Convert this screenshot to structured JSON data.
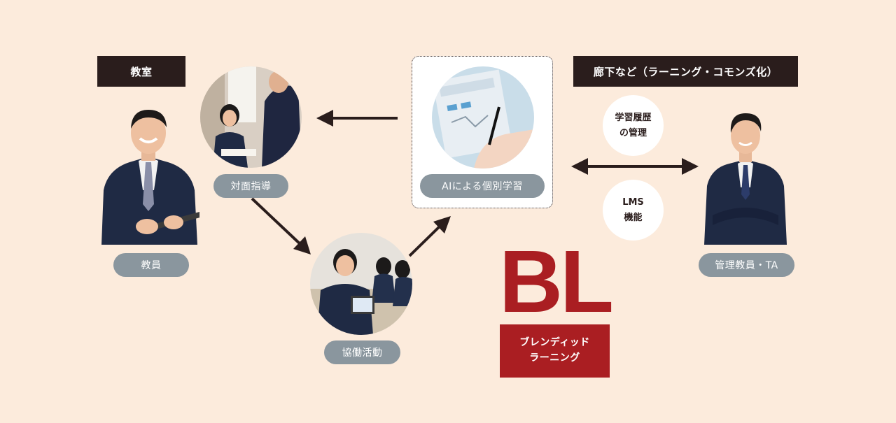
{
  "sections": {
    "classroom_label": "教室",
    "hallway_label": "廊下など（ラーニング・コモンズ化）"
  },
  "nodes": {
    "teacher": "教員",
    "face_to_face": "対面指導",
    "collaboration": "協働活動",
    "ai_learning": "AIによる個別学習",
    "admin_staff": "管理教員・TA"
  },
  "functions": {
    "history_line1": "学習履歴",
    "history_line2": "の管理",
    "lms_line1": "LMS",
    "lms_line2": "機能"
  },
  "brand": {
    "title": "BL",
    "subtitle_line1": "ブレンディッド",
    "subtitle_line2": "ラーニング",
    "accent_color": "#aa1e22"
  },
  "colors": {
    "background": "#fcebdc",
    "dark_label": "#2a1d1c",
    "pill": "#8a969e",
    "arrow": "#2a1d1c"
  }
}
